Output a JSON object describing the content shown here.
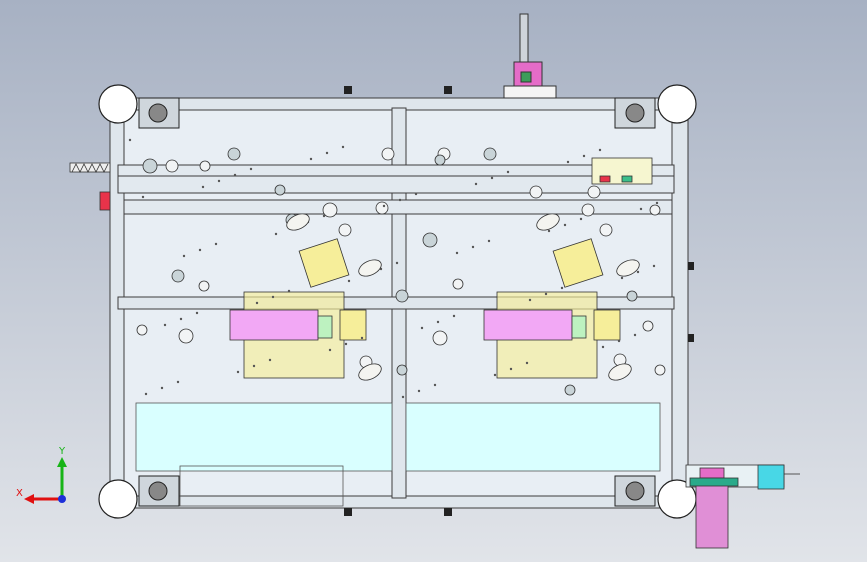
{
  "viewport": {
    "background_top": "#a7b1c3",
    "background_bottom": "#e1e4e9",
    "view": "top"
  },
  "model": {
    "frame_color": "#3c3c3c",
    "panel_color": "#e6edf3",
    "glass_color": "#d9ffff",
    "motor_color": "#f2a8f5",
    "bracket_color": "#f6ee9a",
    "motor_body_color": "#e08fd6",
    "accent_red": "#e8334a",
    "accent_cyan": "#48d7e6"
  },
  "triad": {
    "x_label": "X",
    "y_label": "Y",
    "x_color": "#e01010",
    "y_color": "#17b417",
    "z_color": "#1c2fd9"
  }
}
